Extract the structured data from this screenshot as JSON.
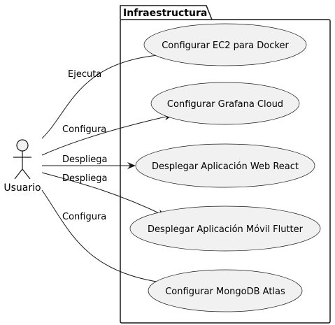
{
  "package": {
    "title": "Infraestructura"
  },
  "actor": {
    "name": "Usuario"
  },
  "use_cases": [
    {
      "label": "Configurar EC2 para Docker"
    },
    {
      "label": "Configurar Grafana Cloud"
    },
    {
      "label": "Desplegar Aplicación Web React"
    },
    {
      "label": "Desplegar Aplicación Móvil Flutter"
    },
    {
      "label": "Configurar MongoDB Atlas"
    }
  ],
  "relations": [
    {
      "label": "Ejecuta"
    },
    {
      "label": "Configura"
    },
    {
      "label": "Despliega"
    },
    {
      "label": "Despliega"
    },
    {
      "label": "Configura"
    }
  ],
  "colors": {
    "use_case_fill": "#f1f1f1",
    "stroke": "#181818",
    "background": "#ffffff"
  }
}
